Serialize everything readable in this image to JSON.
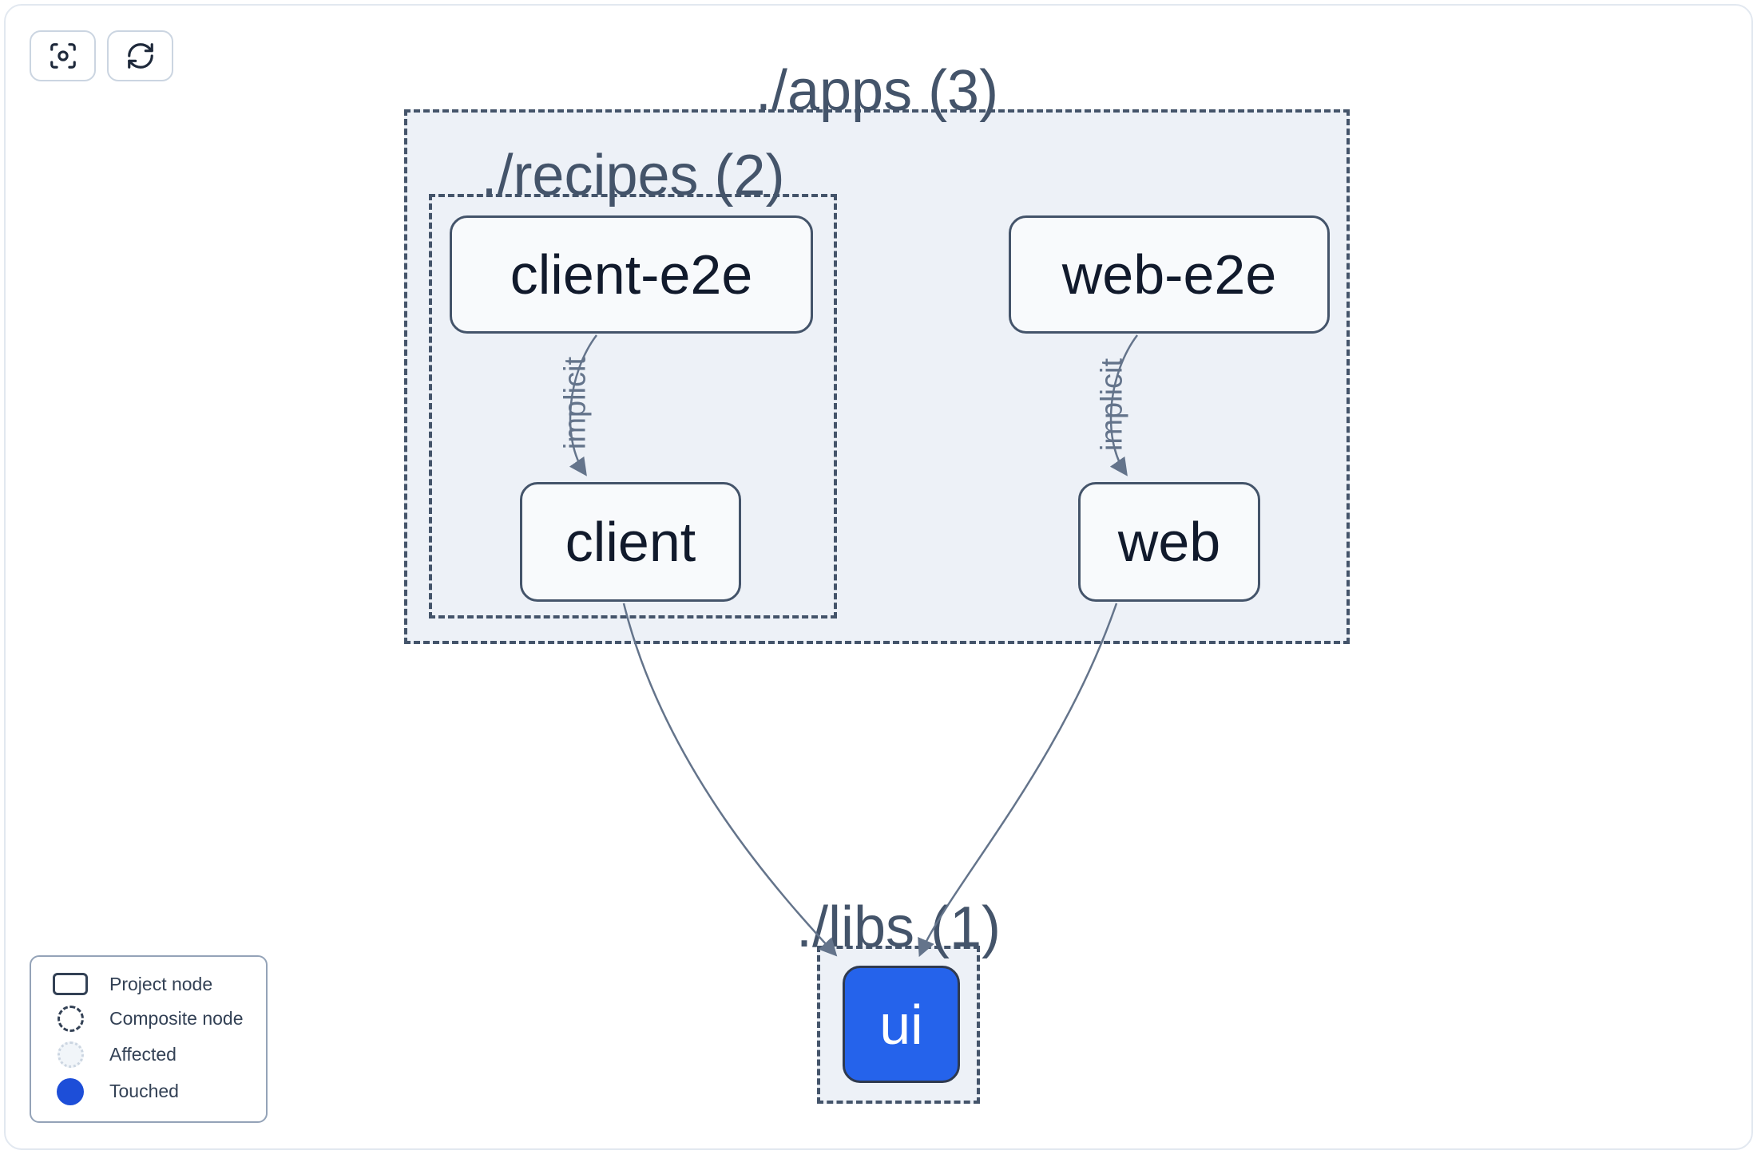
{
  "toolbar": {
    "buttons": [
      {
        "name": "focus",
        "icon": "focus-icon"
      },
      {
        "name": "refresh",
        "icon": "refresh-icon"
      }
    ]
  },
  "graph": {
    "groups": [
      {
        "id": "apps",
        "label": "./apps (3)"
      },
      {
        "id": "recipes",
        "label": "./recipes (2)"
      },
      {
        "id": "libs",
        "label": "./libs (1)"
      }
    ],
    "nodes": [
      {
        "id": "client-e2e",
        "label": "client-e2e",
        "state": "default"
      },
      {
        "id": "web-e2e",
        "label": "web-e2e",
        "state": "default"
      },
      {
        "id": "client",
        "label": "client",
        "state": "default"
      },
      {
        "id": "web",
        "label": "web",
        "state": "default"
      },
      {
        "id": "ui",
        "label": "ui",
        "state": "touched"
      }
    ],
    "edges": [
      {
        "from": "client-e2e",
        "to": "client",
        "label": "implicit"
      },
      {
        "from": "web-e2e",
        "to": "web",
        "label": "implicit"
      },
      {
        "from": "client",
        "to": "ui",
        "label": ""
      },
      {
        "from": "web",
        "to": "ui",
        "label": ""
      }
    ]
  },
  "legend": {
    "items": [
      {
        "label": "Project node",
        "icon": "project-node-icon"
      },
      {
        "label": "Composite node",
        "icon": "composite-node-icon"
      },
      {
        "label": "Affected",
        "icon": "affected-icon"
      },
      {
        "label": "Touched",
        "icon": "touched-icon"
      }
    ]
  },
  "colors": {
    "touched_node_fill": "#2563eb",
    "legend_touched_dot": "#1d4ed8",
    "edge_stroke": "#64748b",
    "node_border": "#44546a",
    "node_fill": "#f8fafc",
    "group_fill": "#edf1f7",
    "group_border": "#44546a",
    "label_text": "#44546a",
    "node_text": "#111a2c",
    "legend_border": "#94a3b8",
    "frame_border": "#e2e8f0"
  }
}
